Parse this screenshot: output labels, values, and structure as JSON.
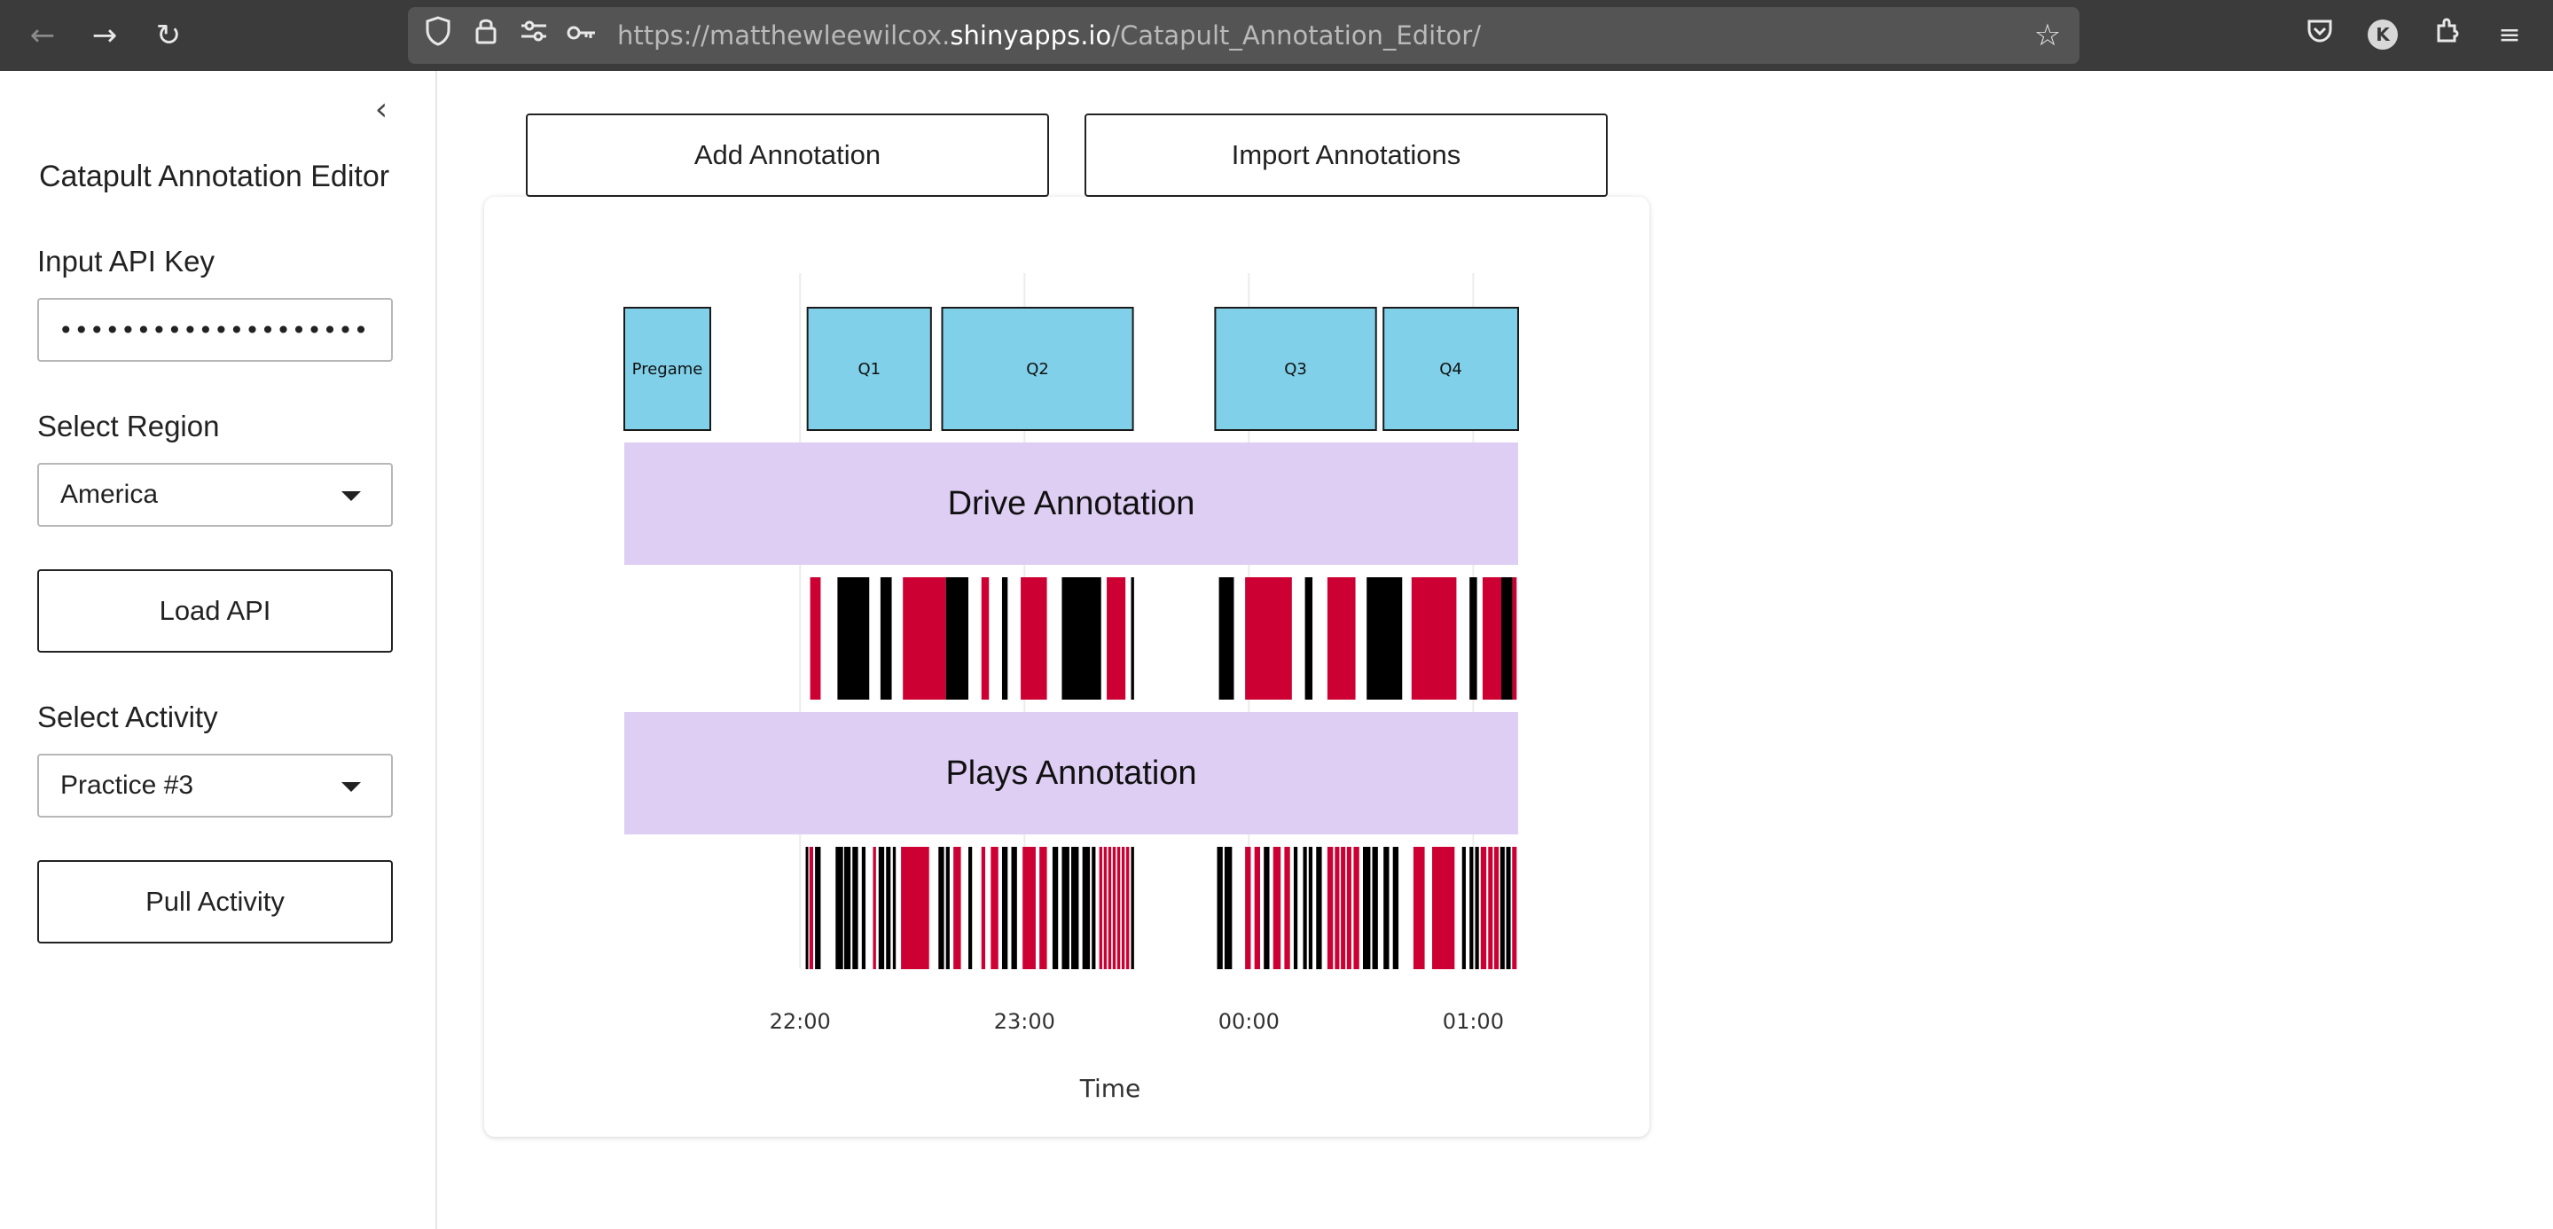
{
  "browser": {
    "url_prefix": "https://matthewleewilcox.",
    "url_host": "shinyapps.io",
    "url_path": "/Catapult_Annotation_Editor/",
    "account_initial": "K"
  },
  "sidebar": {
    "title": "Catapult Annotation Editor",
    "api_key_label": "Input API Key",
    "api_key_value": "••••••••••••••••••••••••••••••",
    "region_label": "Select Region",
    "region_value": "America",
    "load_button": "Load API",
    "activity_label": "Select Activity",
    "activity_value": "Practice #3",
    "pull_button": "Pull Activity"
  },
  "toolbar": {
    "add_button": "Add Annotation",
    "import_button": "Import Annotations"
  },
  "chart_data": {
    "type": "timeline",
    "xlabel": "Time",
    "x_ticks": [
      "22:00",
      "23:00",
      "00:00",
      "01:00"
    ],
    "x_tick_minutes": [
      0,
      60,
      120,
      180
    ],
    "xlim_minutes": [
      -47,
      192
    ],
    "periods": [
      {
        "label": "Pregame",
        "start": -47,
        "end": -24
      },
      {
        "label": "Q1",
        "start": 2,
        "end": 35
      },
      {
        "label": "Q2",
        "start": 38,
        "end": 89
      },
      {
        "label": "Q3",
        "start": 111,
        "end": 154
      },
      {
        "label": "Q4",
        "start": 156,
        "end": 192
      }
    ],
    "drive_band_label": "Drive Annotation",
    "plays_band_label": "Plays Annotation",
    "colors": {
      "period": "#7fd0e8",
      "band": "#decef3",
      "red": "#cc0033",
      "black": "#000000"
    },
    "drives": [
      {
        "start": 2.7,
        "end": 5.5,
        "color": "red"
      },
      {
        "start": 10,
        "end": 18.5,
        "color": "black"
      },
      {
        "start": 21.5,
        "end": 24.5,
        "color": "black"
      },
      {
        "start": 27.5,
        "end": 39,
        "color": "red"
      },
      {
        "start": 39,
        "end": 45,
        "color": "black"
      },
      {
        "start": 48.5,
        "end": 50.5,
        "color": "red"
      },
      {
        "start": 54,
        "end": 55.5,
        "color": "black"
      },
      {
        "start": 59,
        "end": 66,
        "color": "red"
      },
      {
        "start": 70,
        "end": 80.5,
        "color": "black"
      },
      {
        "start": 82,
        "end": 87,
        "color": "red"
      },
      {
        "start": 88.5,
        "end": 89.3,
        "color": "black"
      },
      {
        "start": 112,
        "end": 116,
        "color": "black"
      },
      {
        "start": 119,
        "end": 131.5,
        "color": "red"
      },
      {
        "start": 135,
        "end": 137,
        "color": "black"
      },
      {
        "start": 141,
        "end": 148.5,
        "color": "red"
      },
      {
        "start": 151.5,
        "end": 161,
        "color": "black"
      },
      {
        "start": 163.5,
        "end": 175.5,
        "color": "red"
      },
      {
        "start": 179,
        "end": 181,
        "color": "black"
      },
      {
        "start": 182.5,
        "end": 187.5,
        "color": "red"
      },
      {
        "start": 187.5,
        "end": 190.5,
        "color": "black"
      },
      {
        "start": 190.5,
        "end": 191.6,
        "color": "red"
      }
    ],
    "plays": [
      {
        "start": 1.5,
        "end": 2.2,
        "color": "black"
      },
      {
        "start": 2.5,
        "end": 3.5,
        "color": "red"
      },
      {
        "start": 4,
        "end": 5.5,
        "color": "black"
      },
      {
        "start": 9.5,
        "end": 11.5,
        "color": "black"
      },
      {
        "start": 11.8,
        "end": 13.5,
        "color": "black"
      },
      {
        "start": 14,
        "end": 15.5,
        "color": "black"
      },
      {
        "start": 16.5,
        "end": 17.5,
        "color": "black"
      },
      {
        "start": 19.5,
        "end": 20.3,
        "color": "red"
      },
      {
        "start": 21,
        "end": 22.5,
        "color": "black"
      },
      {
        "start": 23,
        "end": 24.2,
        "color": "black"
      },
      {
        "start": 24.8,
        "end": 25.6,
        "color": "black"
      },
      {
        "start": 27,
        "end": 34.5,
        "color": "red"
      },
      {
        "start": 37,
        "end": 38.5,
        "color": "black"
      },
      {
        "start": 39,
        "end": 40,
        "color": "black"
      },
      {
        "start": 41,
        "end": 43,
        "color": "red"
      },
      {
        "start": 45,
        "end": 46,
        "color": "black"
      },
      {
        "start": 48.5,
        "end": 49.5,
        "color": "red"
      },
      {
        "start": 51,
        "end": 53,
        "color": "red"
      },
      {
        "start": 54,
        "end": 55.5,
        "color": "black"
      },
      {
        "start": 56.5,
        "end": 58,
        "color": "black"
      },
      {
        "start": 59.5,
        "end": 63,
        "color": "red"
      },
      {
        "start": 64,
        "end": 66,
        "color": "red"
      },
      {
        "start": 67.5,
        "end": 69,
        "color": "black"
      },
      {
        "start": 70,
        "end": 72,
        "color": "black"
      },
      {
        "start": 72.5,
        "end": 74.5,
        "color": "black"
      },
      {
        "start": 75.5,
        "end": 77.5,
        "color": "black"
      },
      {
        "start": 78,
        "end": 79,
        "color": "black"
      },
      {
        "start": 80,
        "end": 80.8,
        "color": "red"
      },
      {
        "start": 81.2,
        "end": 82,
        "color": "red"
      },
      {
        "start": 82.4,
        "end": 83.2,
        "color": "red"
      },
      {
        "start": 83.6,
        "end": 84.4,
        "color": "red"
      },
      {
        "start": 84.8,
        "end": 85.6,
        "color": "red"
      },
      {
        "start": 86,
        "end": 86.8,
        "color": "red"
      },
      {
        "start": 87.2,
        "end": 88,
        "color": "red"
      },
      {
        "start": 88.5,
        "end": 89.3,
        "color": "black"
      },
      {
        "start": 111.5,
        "end": 113,
        "color": "black"
      },
      {
        "start": 113.5,
        "end": 115.5,
        "color": "black"
      },
      {
        "start": 119,
        "end": 120.5,
        "color": "red"
      },
      {
        "start": 121.5,
        "end": 123,
        "color": "red"
      },
      {
        "start": 124,
        "end": 125.5,
        "color": "black"
      },
      {
        "start": 126.5,
        "end": 128.5,
        "color": "red"
      },
      {
        "start": 129.5,
        "end": 131,
        "color": "red"
      },
      {
        "start": 132,
        "end": 133,
        "color": "black"
      },
      {
        "start": 134.5,
        "end": 135.5,
        "color": "black"
      },
      {
        "start": 136,
        "end": 137,
        "color": "black"
      },
      {
        "start": 138,
        "end": 139.5,
        "color": "black"
      },
      {
        "start": 141,
        "end": 142.5,
        "color": "red"
      },
      {
        "start": 143,
        "end": 144.2,
        "color": "red"
      },
      {
        "start": 144.6,
        "end": 145.8,
        "color": "red"
      },
      {
        "start": 146.2,
        "end": 147.4,
        "color": "red"
      },
      {
        "start": 148,
        "end": 149.5,
        "color": "red"
      },
      {
        "start": 150.5,
        "end": 152.5,
        "color": "black"
      },
      {
        "start": 153,
        "end": 154.5,
        "color": "black"
      },
      {
        "start": 156,
        "end": 157.5,
        "color": "black"
      },
      {
        "start": 158.5,
        "end": 160,
        "color": "black"
      },
      {
        "start": 164,
        "end": 167,
        "color": "red"
      },
      {
        "start": 169,
        "end": 175,
        "color": "red"
      },
      {
        "start": 177,
        "end": 178,
        "color": "black"
      },
      {
        "start": 179,
        "end": 180,
        "color": "black"
      },
      {
        "start": 180.5,
        "end": 181.5,
        "color": "black"
      },
      {
        "start": 182,
        "end": 183.5,
        "color": "red"
      },
      {
        "start": 184,
        "end": 185.2,
        "color": "red"
      },
      {
        "start": 185.6,
        "end": 186.8,
        "color": "red"
      },
      {
        "start": 187.2,
        "end": 188.4,
        "color": "black"
      },
      {
        "start": 188.8,
        "end": 190,
        "color": "black"
      },
      {
        "start": 190.4,
        "end": 191.6,
        "color": "red"
      }
    ]
  }
}
